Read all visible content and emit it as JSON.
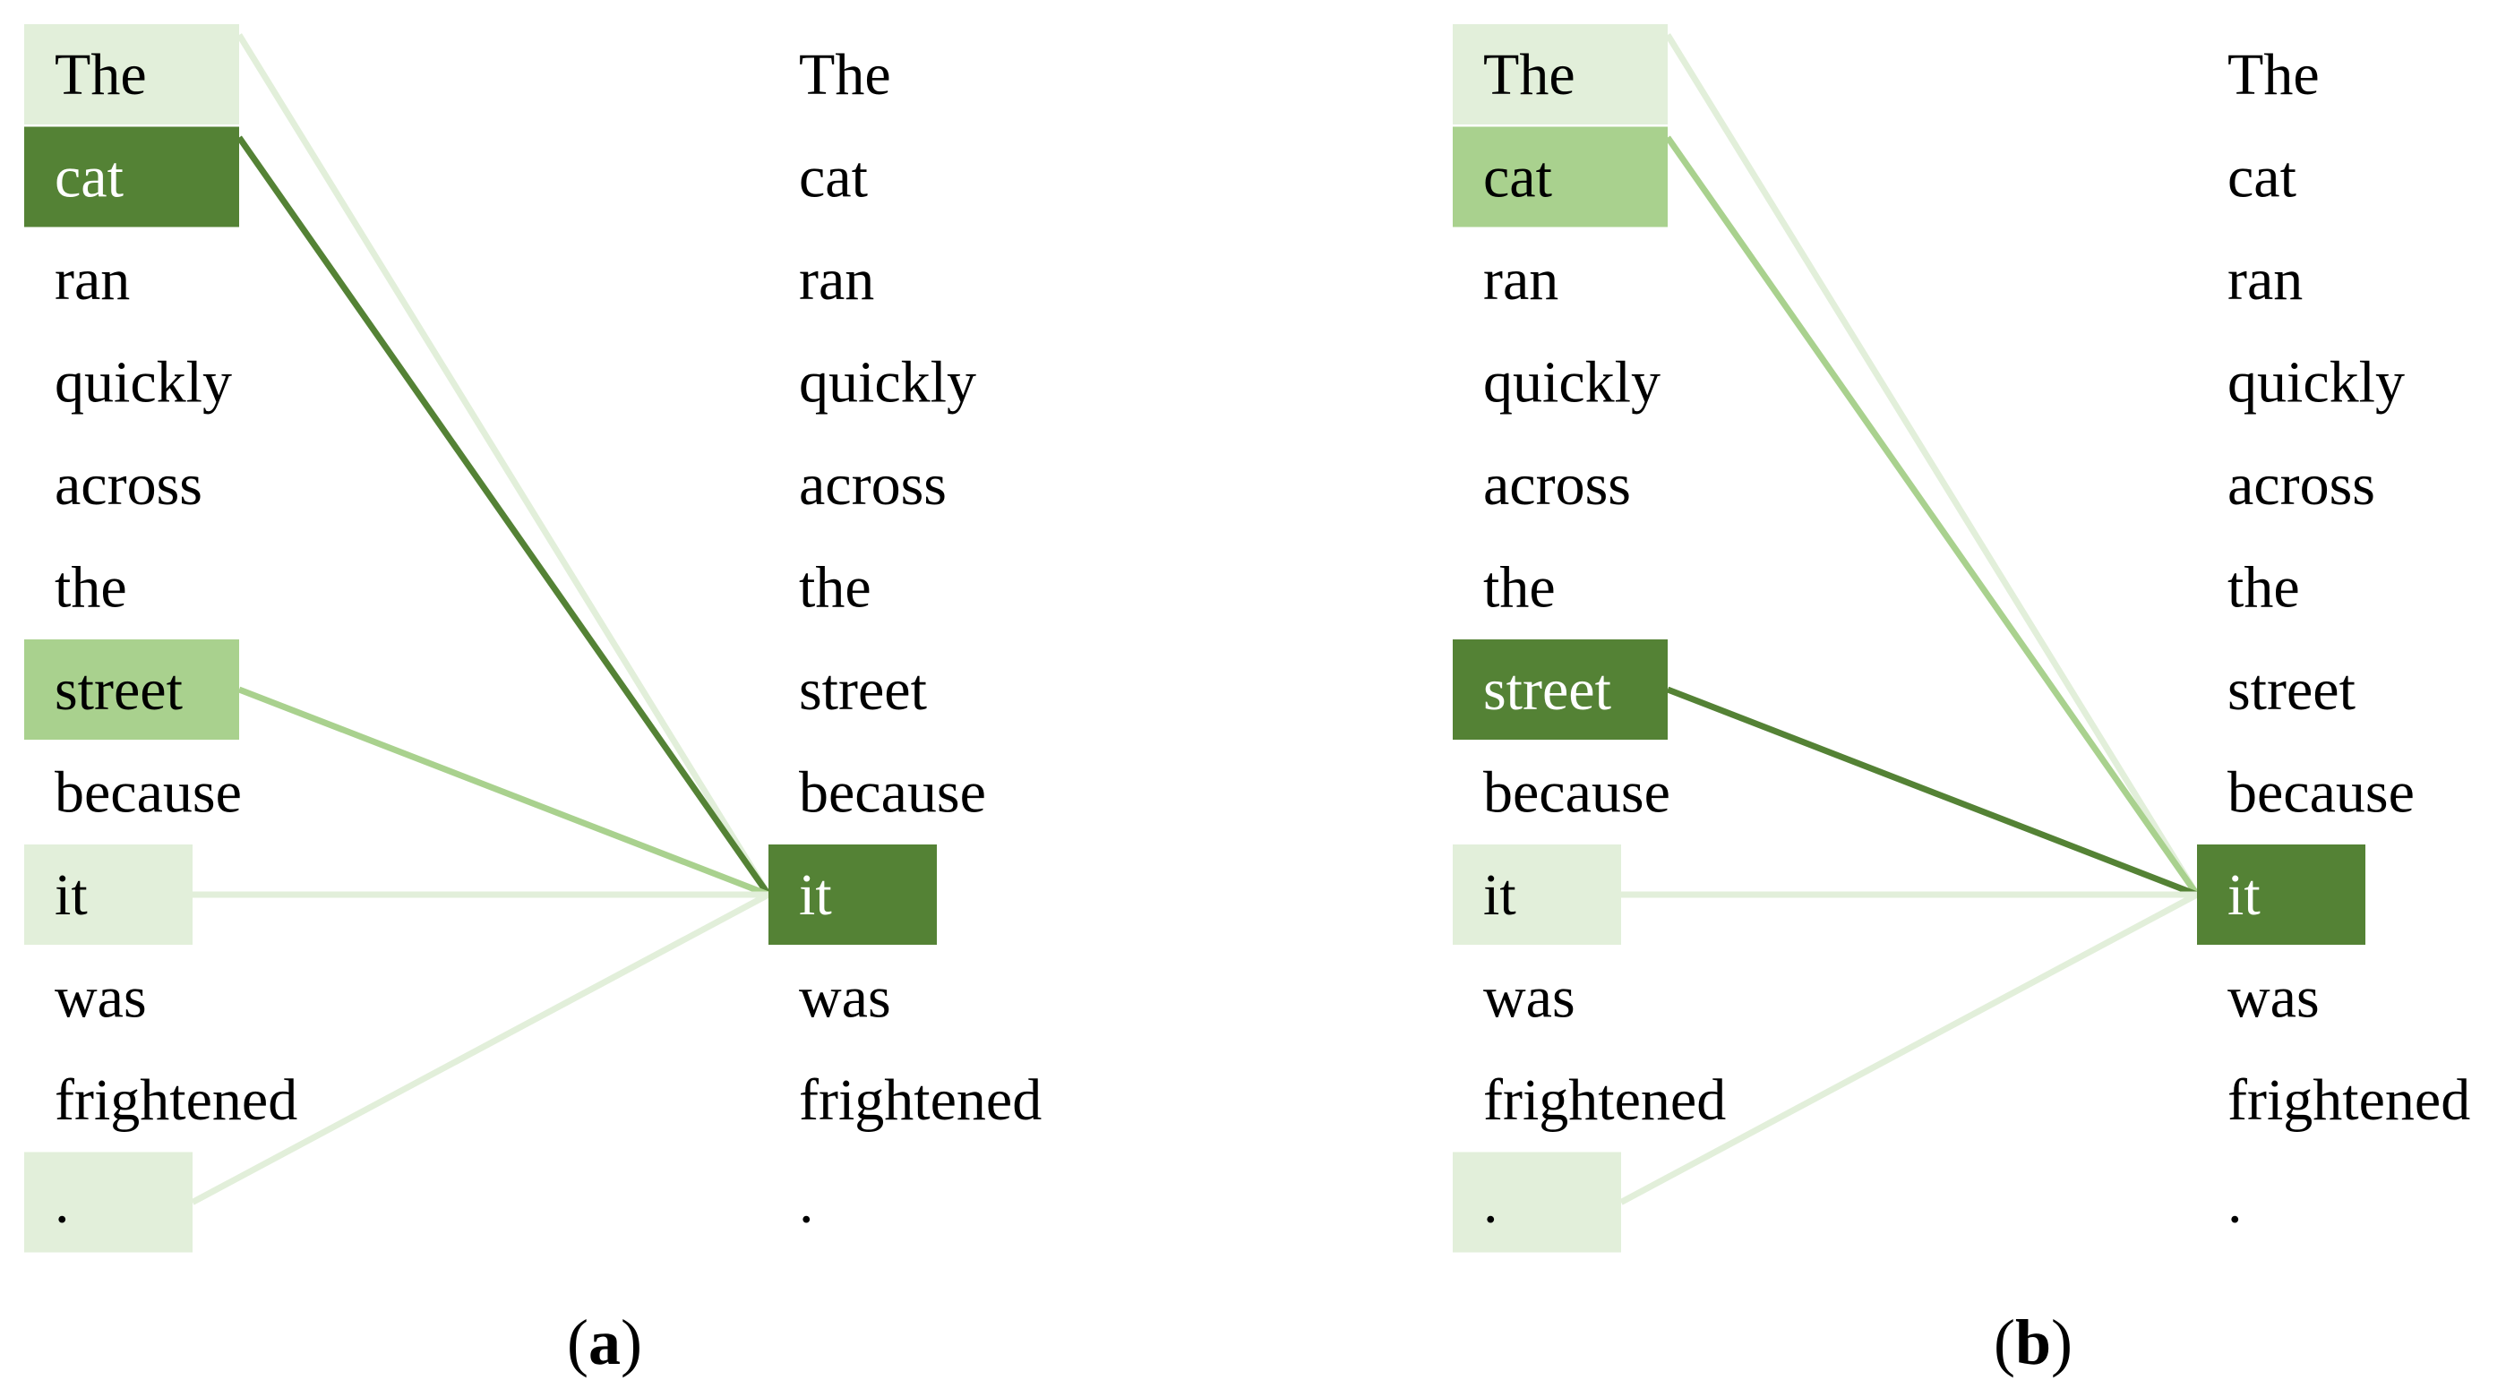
{
  "colors": {
    "strong": "#548235",
    "medium": "#a9d18e",
    "weak": "#e2efda",
    "text_dark": "#000000",
    "text_light": "#ffffff"
  },
  "tokens": [
    "The",
    "cat",
    "ran",
    "quickly",
    "across",
    "the",
    "street",
    "because",
    "it",
    "was",
    "frightened",
    "."
  ],
  "panels": [
    {
      "id": "a",
      "caption_open": "(",
      "caption_letter": "a",
      "caption_close": ")",
      "query_index": 8,
      "attention": [
        {
          "token_index": 0,
          "level": "weak"
        },
        {
          "token_index": 1,
          "level": "strong"
        },
        {
          "token_index": 6,
          "level": "medium"
        },
        {
          "token_index": 8,
          "level": "weak"
        },
        {
          "token_index": 11,
          "level": "weak"
        }
      ]
    },
    {
      "id": "b",
      "caption_open": "(",
      "caption_letter": "b",
      "caption_close": ")",
      "query_index": 8,
      "attention": [
        {
          "token_index": 0,
          "level": "weak"
        },
        {
          "token_index": 1,
          "level": "medium"
        },
        {
          "token_index": 6,
          "level": "strong"
        },
        {
          "token_index": 8,
          "level": "weak"
        },
        {
          "token_index": 11,
          "level": "weak"
        }
      ]
    }
  ]
}
